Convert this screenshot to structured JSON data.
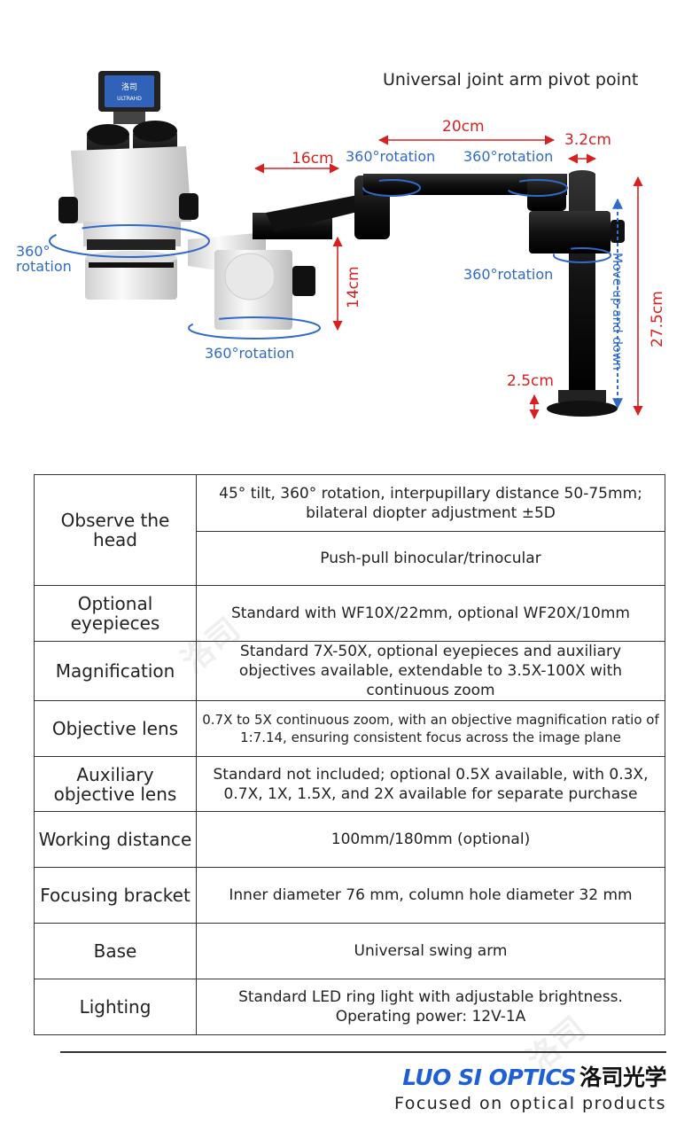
{
  "diagram": {
    "title": "Universal joint arm pivot point",
    "dims": {
      "arm1": "16cm",
      "arm2": "20cm",
      "column": "3.2cm",
      "height_bracket": "14cm",
      "total_height": "27.5cm",
      "base": "2.5cm"
    },
    "rotation_labels": {
      "head_line1": "360°",
      "head_line2": "rotation",
      "joint1": "360°rotation",
      "joint2": "360°rotation",
      "column": "360°rotation",
      "bracket": "360°rotation"
    },
    "move_label": "Move up and down",
    "camera_brand": "洛司",
    "camera_sub": "ULTRAHD",
    "colors": {
      "red": "#d92020",
      "blue": "#2f6ac8"
    }
  },
  "specs": [
    {
      "label": "Observe the head",
      "values": [
        "45° tilt, 360° rotation, interpupillary distance 50-75mm; bilateral diopter adjustment ±5D",
        "Push-pull binocular/trinocular"
      ]
    },
    {
      "label": "Optional eyepieces",
      "values": [
        "Standard with WF10X/22mm, optional WF20X/10mm"
      ]
    },
    {
      "label": "Magnification",
      "values": [
        "Standard 7X-50X, optional eyepieces and auxiliary objectives available, extendable to 3.5X-100X with continuous zoom"
      ]
    },
    {
      "label": "Objective lens",
      "values": [
        "0.7X to 5X continuous zoom, with an objective magnification ratio of 1:7.14, ensuring consistent focus across the image plane"
      ]
    },
    {
      "label": "Auxiliary objective lens",
      "values": [
        "Standard not included; optional 0.5X available, with 0.3X, 0.7X, 1X, 1.5X, and 2X available for separate purchase"
      ]
    },
    {
      "label": "Working distance",
      "values": [
        "100mm/180mm (optional)"
      ]
    },
    {
      "label": "Focusing bracket",
      "values": [
        "Inner diameter 76 mm, column hole diameter 32 mm"
      ]
    },
    {
      "label": "Base",
      "values": [
        "Universal swing arm"
      ]
    },
    {
      "label": "Lighting",
      "values": [
        "Standard LED ring light with adjustable brightness. Operating power: 12V-1A"
      ]
    }
  ],
  "brand": {
    "name_part1": "LUO SI OPTIC",
    "name_part2": "S",
    "name_cn": "洛司光学",
    "tagline": "Focused on optical products"
  },
  "watermark": "洛司"
}
